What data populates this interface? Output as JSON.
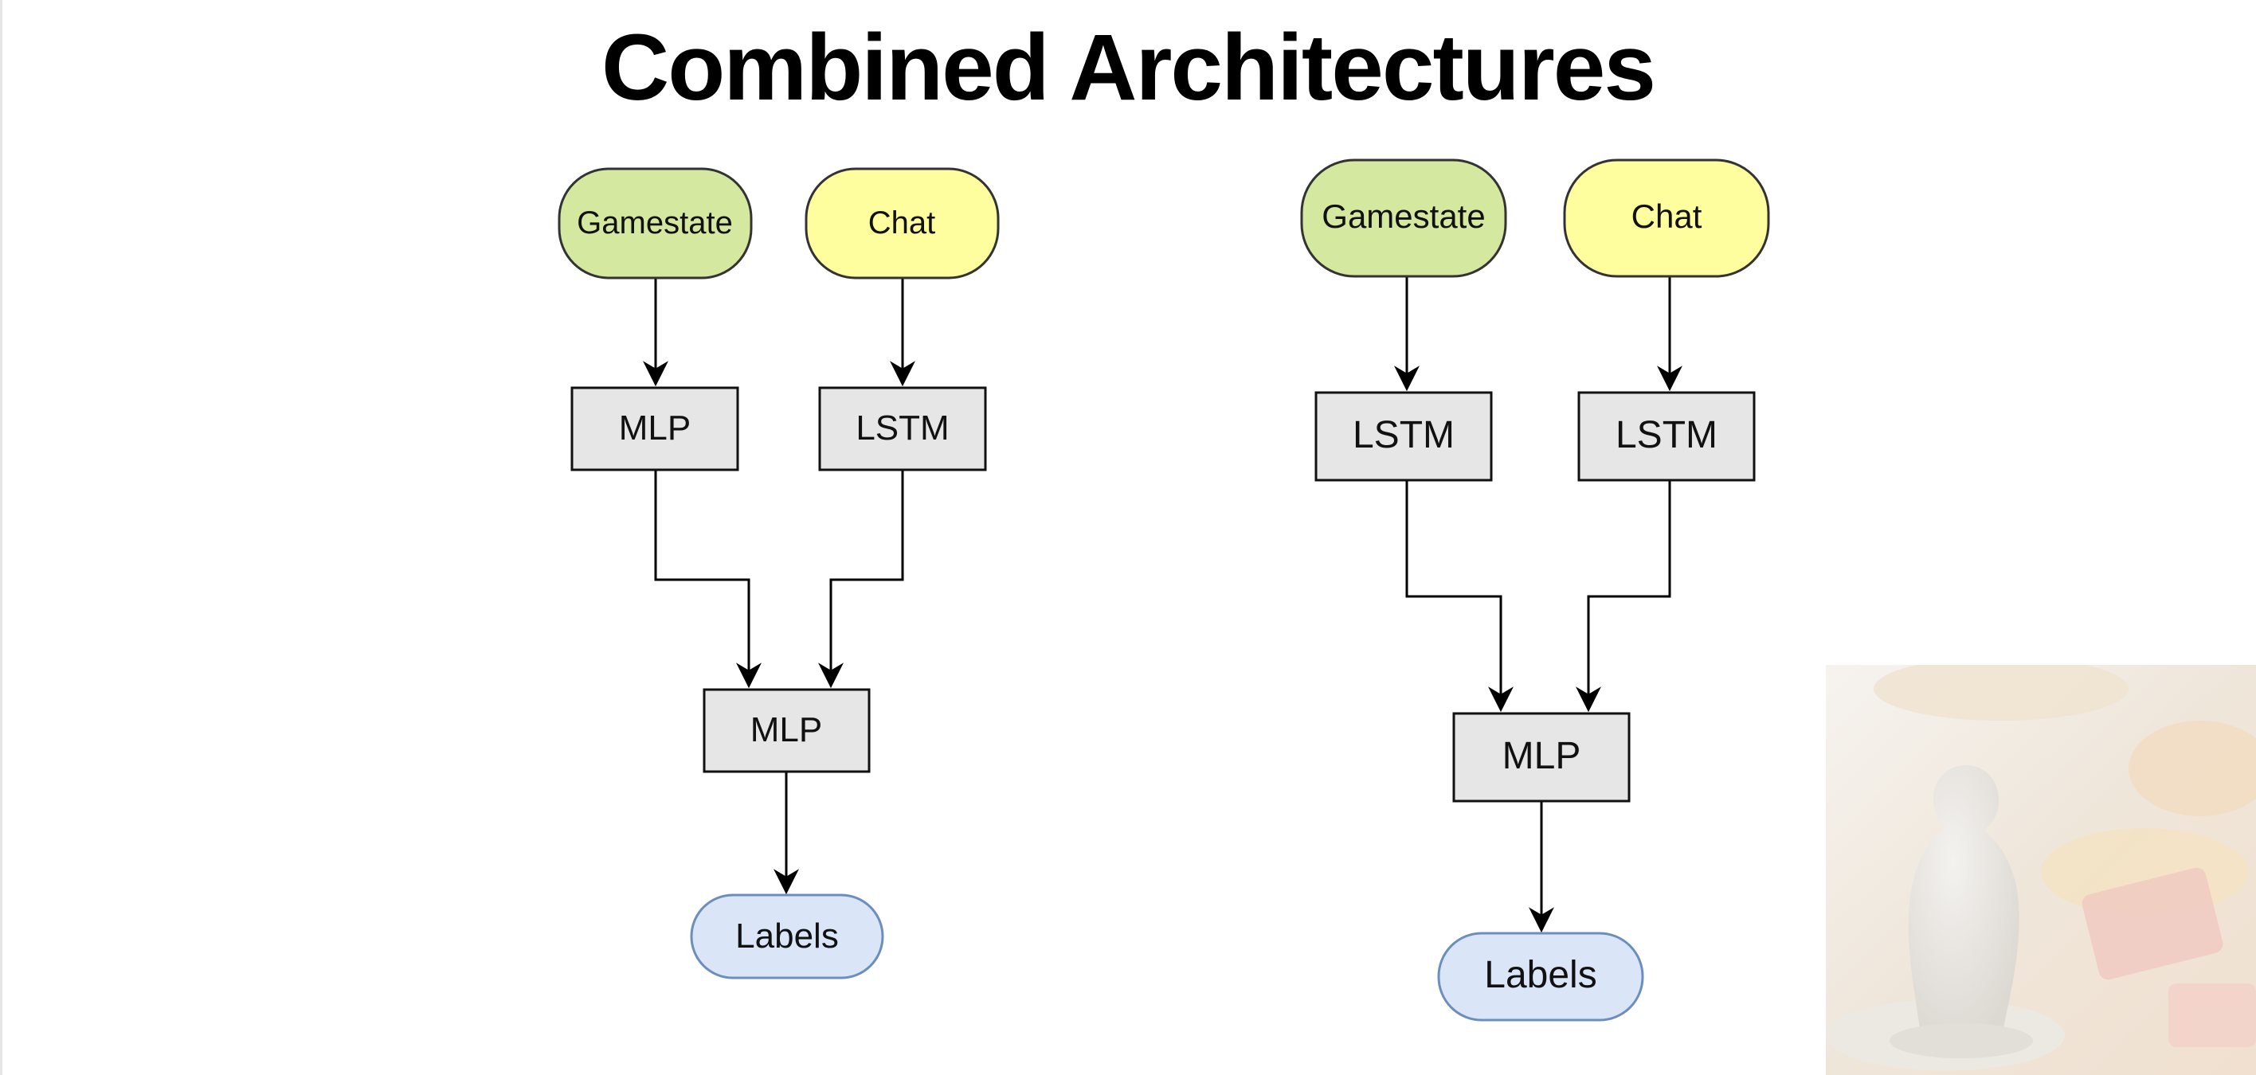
{
  "title": "Combined Architectures",
  "colors": {
    "input_gamestate": "#d5e8a0",
    "input_chat": "#fefe9f",
    "process_box": "#e6e6e6",
    "output_labels": "#dae6f8",
    "stroke": "#333333",
    "output_stroke": "#6c8ebf"
  },
  "diagram_left": {
    "inputs": [
      {
        "label": "Gamestate"
      },
      {
        "label": "Chat"
      }
    ],
    "encoders": [
      {
        "label": "MLP"
      },
      {
        "label": "LSTM"
      }
    ],
    "combiner": {
      "label": "MLP"
    },
    "output": {
      "label": "Labels"
    }
  },
  "diagram_right": {
    "inputs": [
      {
        "label": "Gamestate"
      },
      {
        "label": "Chat"
      }
    ],
    "encoders": [
      {
        "label": "LSTM"
      },
      {
        "label": "LSTM"
      }
    ],
    "combiner": {
      "label": "MLP"
    },
    "output": {
      "label": "Labels"
    }
  },
  "background_image": {
    "description_icon": "board-game-pawn-image"
  }
}
